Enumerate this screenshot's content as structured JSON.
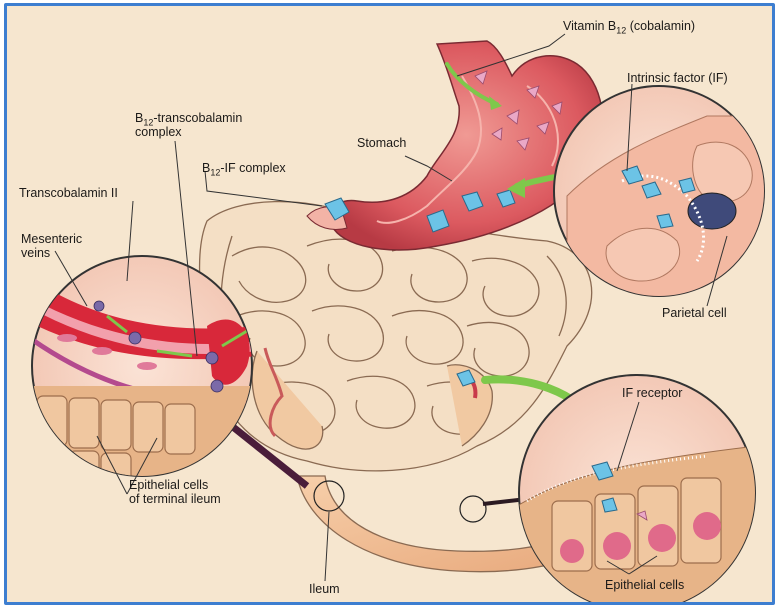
{
  "labels": {
    "vitamin_b12": {
      "text": "Vitamin B",
      "sub": "12",
      "suffix": " (cobalamin)"
    },
    "intrinsic_factor": "Intrinsic factor (IF)",
    "b12_transcobalamin": {
      "text": "B",
      "sub": "12",
      "suffix": "-transcobalamin",
      "line2": "complex"
    },
    "stomach": "Stomach",
    "b12_if_complex": {
      "text": "B",
      "sub": "12",
      "suffix": "-IF complex"
    },
    "transcobalamin_ii": "Transcobalamin II",
    "mesenteric_veins": {
      "line1": "Mesenteric",
      "line2": "veins"
    },
    "parietal_cell": "Parietal cell",
    "if_receptor": "IF receptor",
    "epithelial_terminal_ileum": {
      "line1": "Epithelial cells",
      "line2": "of terminal ileum"
    },
    "ileum": "Ileum",
    "epithelial_cells": "Epithelial cells"
  },
  "colors": {
    "frame_border": "#3d7ed0",
    "background": "#f6e6cf",
    "stomach": "#d9515a",
    "stomach_inner": "#e98a86",
    "intestine": "#f3dcc0",
    "intestine_outline": "#8a6a52",
    "complex_blue": "#6cc3e6",
    "b12_pink": "#e9a6c4",
    "arrow_green": "#7ec84b",
    "vein_red": "#d8283a"
  }
}
